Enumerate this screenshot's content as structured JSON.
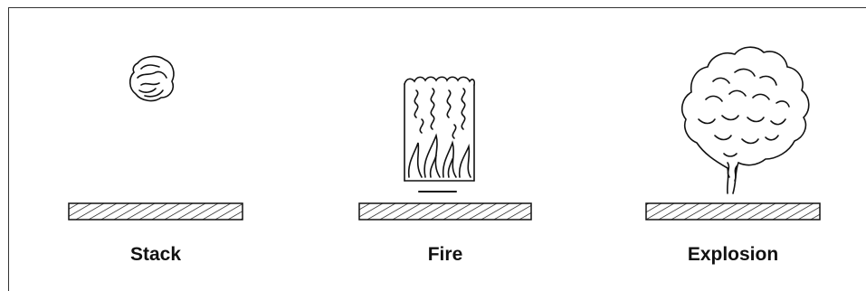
{
  "panels": [
    {
      "id": "stack",
      "label": "Stack"
    },
    {
      "id": "fire",
      "label": "Fire"
    },
    {
      "id": "explosion",
      "label": "Explosion"
    }
  ]
}
